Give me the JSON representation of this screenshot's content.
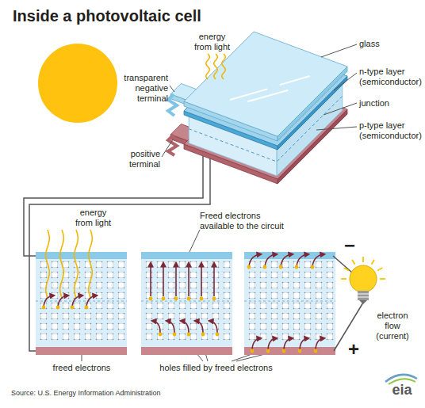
{
  "diagram": {
    "title": "Inside a photovoltaic cell",
    "caption": "Source: U.S. Energy Information Administration",
    "labels": [
      "energy from light",
      "transparent negative terminal",
      "glass",
      "positive terminal",
      "n-type layer (semiconductor)",
      "junction",
      "p-type layer (semiconductor)",
      "energy from light",
      "Freed electrons available to the circuit",
      "freed electrons",
      "−",
      "electron flow (current)",
      "+",
      "holes filled by freed electrons",
      "eia"
    ]
  }
}
